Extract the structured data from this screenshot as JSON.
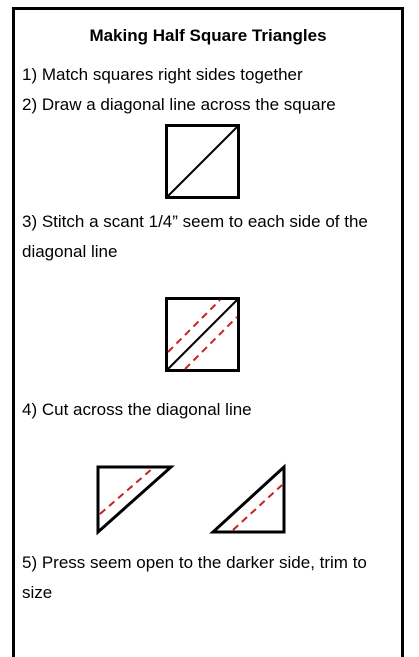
{
  "title": "Making Half Square Triangles",
  "steps": [
    "1) Match squares right sides together",
    "2) Draw a diagonal line across the square",
    "3) Stitch a scant 1/4” seem to each side of the diagonal line",
    "4) Cut across the diagonal line",
    "5) Press seem open to the darker side, trim to size"
  ],
  "colors": {
    "line": "#000000",
    "stitch": "#cc1f1f"
  }
}
